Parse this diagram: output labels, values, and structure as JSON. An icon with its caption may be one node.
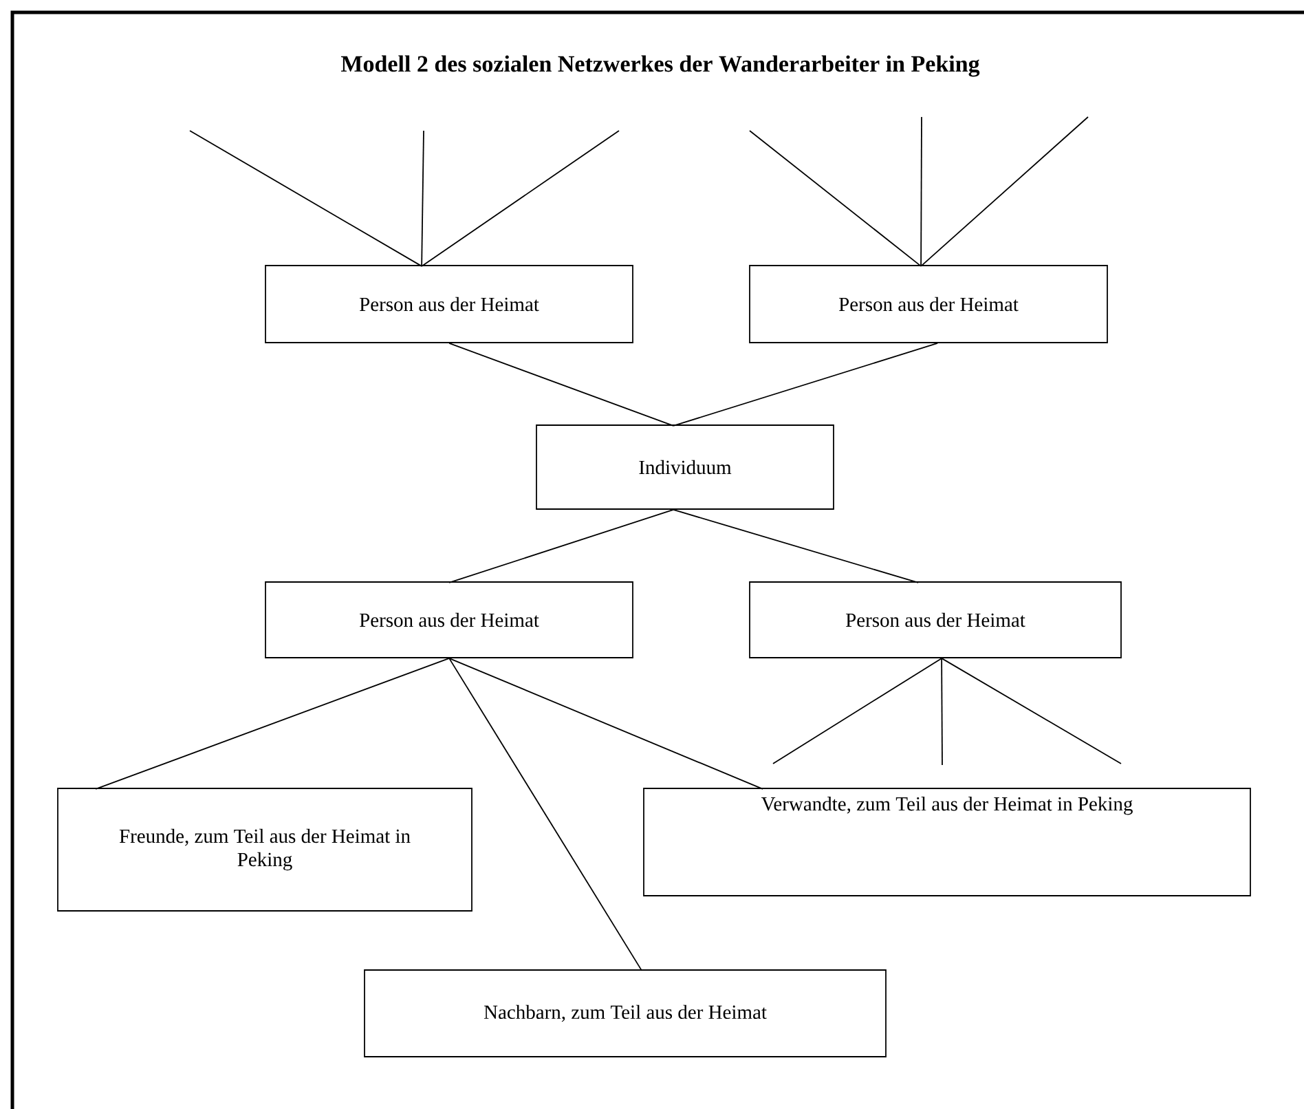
{
  "diagram": {
    "title": "Modell 2 des sozialen Netzwerkes der Wanderarbeiter in Peking",
    "nodes": [
      {
        "text": [
          "Person aus der Heimat"
        ]
      },
      {
        "text": [
          "Person aus der Heimat"
        ]
      },
      {
        "text": [
          "Individuum"
        ]
      },
      {
        "text": [
          "Person aus der Heimat"
        ]
      },
      {
        "text": [
          "Person aus der Heimat"
        ]
      },
      {
        "text": [
          "Freunde, zum Teil aus der Heimat in Peking"
        ]
      },
      {
        "text": [
          "Verwandte, zum Teil aus der Heimat in Peking"
        ]
      },
      {
        "text": [
          "Nachbarn, zum Teil aus der Heimat"
        ]
      }
    ],
    "edges": [
      {
        "from": null,
        "to": 0,
        "arrow": "none"
      },
      {
        "from": null,
        "to": 0,
        "arrow": "none"
      },
      {
        "from": null,
        "to": 0,
        "arrow": "none"
      },
      {
        "from": null,
        "to": 1,
        "arrow": "none"
      },
      {
        "from": null,
        "to": 1,
        "arrow": "none"
      },
      {
        "from": null,
        "to": 1,
        "arrow": "none"
      },
      {
        "from": 0,
        "to": 2,
        "arrow": "none"
      },
      {
        "from": 1,
        "to": 2,
        "arrow": "none"
      },
      {
        "from": 2,
        "to": 3,
        "arrow": "none"
      },
      {
        "from": 2,
        "to": 4,
        "arrow": "none"
      },
      {
        "from": 3,
        "to": 5,
        "arrow": "none"
      },
      {
        "from": 3,
        "to": 7,
        "arrow": "none"
      },
      {
        "from": 3,
        "to": 6,
        "arrow": "none"
      },
      {
        "from": 4,
        "to": null,
        "arrow": "none"
      },
      {
        "from": 4,
        "to": null,
        "arrow": "none"
      },
      {
        "from": 4,
        "to": null,
        "arrow": "none"
      }
    ]
  }
}
